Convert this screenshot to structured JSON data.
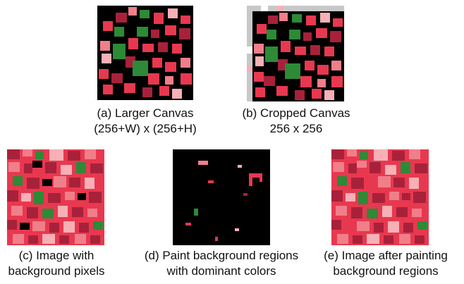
{
  "palette": {
    "background": "#000000",
    "red": "#e8384f",
    "pink": "#f07f8a",
    "light_pink": "#f6b0b6",
    "dark_red": "#a8213a",
    "green": "#2d8a36",
    "white": "#ffffff",
    "gray_border": "#c8c8c8"
  },
  "panels": [
    {
      "id": "a",
      "caption_line1": "(a) Larger Canvas",
      "caption_line2": "(256+W) x (256+H)"
    },
    {
      "id": "b",
      "caption_line1": "(b) Cropped Canvas",
      "caption_line2": "256 x 256"
    },
    {
      "id": "c",
      "caption_line1": "(c) Image with",
      "caption_line2": "background pixels"
    },
    {
      "id": "d",
      "caption_line1": "(d) Paint background regions",
      "caption_line2": "with dominant colors"
    },
    {
      "id": "e",
      "caption_line1": "(e) Image after painting",
      "caption_line2": "background regions"
    }
  ]
}
